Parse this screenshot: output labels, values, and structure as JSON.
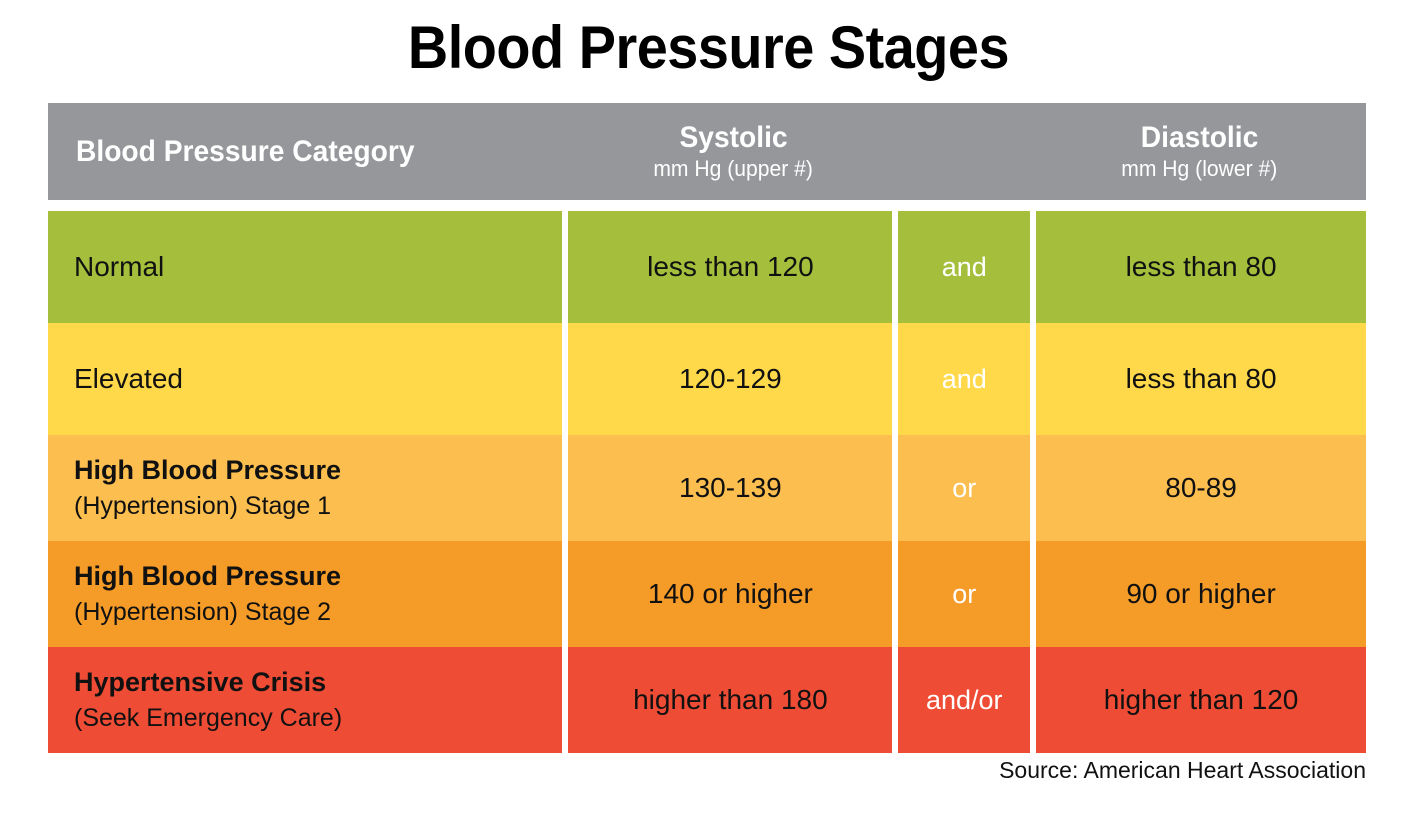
{
  "title": "Blood Pressure Stages",
  "colors": {
    "header_gray": "#95979a",
    "normal_green": "#a5bf3c",
    "elevated_yellow": "#ffd949",
    "stage1_light_orange": "#fcbf4f",
    "stage2_orange": "#f59b28",
    "crisis_red": "#ef4c35",
    "divider_white": "#ffffff",
    "text_black": "#111111",
    "text_white": "#ffffff"
  },
  "header": {
    "category": "Blood Pressure Category",
    "systolic_title": "Systolic",
    "systolic_sub": "mm Hg (upper #)",
    "diastolic_title": "Diastolic",
    "diastolic_sub": "mm Hg (lower #)"
  },
  "rows": [
    {
      "category_main": "Normal",
      "category_sub": "",
      "category_bold": false,
      "systolic": "less than 120",
      "connector": "and",
      "diastolic": "less than 80",
      "color": "#a5bf3c"
    },
    {
      "category_main": "Elevated",
      "category_sub": "",
      "category_bold": false,
      "systolic": "120-129",
      "connector": "and",
      "diastolic": "less than 80",
      "color": "#ffd949"
    },
    {
      "category_main": "High Blood Pressure",
      "category_sub": "(Hypertension) Stage 1",
      "category_bold": true,
      "systolic": "130-139",
      "connector": "or",
      "diastolic": "80-89",
      "color": "#fcbf4f"
    },
    {
      "category_main": "High Blood Pressure",
      "category_sub": "(Hypertension) Stage 2",
      "category_bold": true,
      "systolic": "140 or higher",
      "connector": "or",
      "diastolic": "90 or higher",
      "color": "#f59b28"
    },
    {
      "category_main": "Hypertensive Crisis",
      "category_sub": "(Seek Emergency Care)",
      "category_bold": true,
      "systolic": "higher than 180",
      "connector": "and/or",
      "diastolic": "higher than 120",
      "color": "#ef4c35"
    }
  ],
  "source": "Source: American Heart Association",
  "chart_data": {
    "type": "table",
    "title": "Blood Pressure Stages",
    "columns": [
      "Blood Pressure Category",
      "Systolic mm Hg (upper #)",
      "",
      "Diastolic mm Hg (lower #)"
    ],
    "rows": [
      [
        "Normal",
        "less than 120",
        "and",
        "less than 80"
      ],
      [
        "Elevated",
        "120-129",
        "and",
        "less than 80"
      ],
      [
        "High Blood Pressure (Hypertension) Stage 1",
        "130-139",
        "or",
        "80-89"
      ],
      [
        "High Blood Pressure (Hypertension) Stage 2",
        "140 or higher",
        "or",
        "90 or higher"
      ],
      [
        "Hypertensive Crisis (Seek Emergency Care)",
        "higher than 180",
        "and/or",
        "higher than 120"
      ]
    ],
    "row_colors": [
      "#a5bf3c",
      "#ffd949",
      "#fcbf4f",
      "#f59b28",
      "#ef4c35"
    ],
    "source": "Source: American Heart Association"
  }
}
